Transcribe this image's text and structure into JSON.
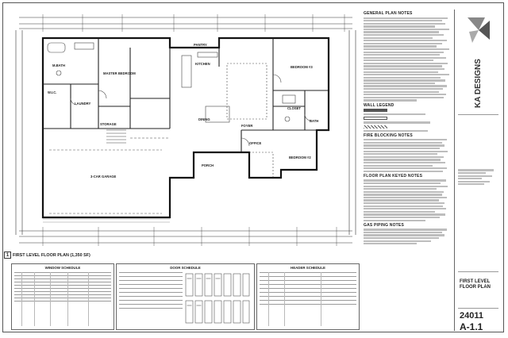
{
  "brand": {
    "name": "KA DESIGNS"
  },
  "plan": {
    "title": "FIRST LEVEL FLOOR PLAN (1,350 SF)",
    "detail_number": "1",
    "rooms": {
      "master_bath": "MASTER BATH",
      "m_bath": "M.BATH",
      "pantry": "PANTRY",
      "kitchen": "KITCHEN",
      "bedroom_3": "BEDROOM #3",
      "bedroom_2": "BEDROOM #2",
      "dining": "DINING",
      "foyer": "FOYER",
      "office": "OFFICE",
      "closet": "CLOSET",
      "laundry": "LAUNDRY",
      "storage": "STORAGE",
      "master_bedroom": "MASTER BEDROOM",
      "wic": "W.I.C.",
      "bath": "BATH",
      "garage": "3-CAR GARAGE",
      "porch": "PORCH"
    }
  },
  "notes": {
    "general": "GENERAL PLAN NOTES",
    "wall_legend": "WALL LEGEND",
    "fire_blocking": "FIRE BLOCKING NOTES",
    "keyed": "FLOOR PLAN KEYED NOTES",
    "gas_piping": "GAS PIPING NOTES"
  },
  "schedules": {
    "window": "WINDOW SCHEDULE",
    "door": "DOOR SCHEDULE",
    "header": "HEADER SCHEDULE"
  },
  "title_block": {
    "sheet_title": "FIRST LEVEL FLOOR PLAN",
    "project_number": "24011",
    "sheet_number": "A-1.1"
  }
}
